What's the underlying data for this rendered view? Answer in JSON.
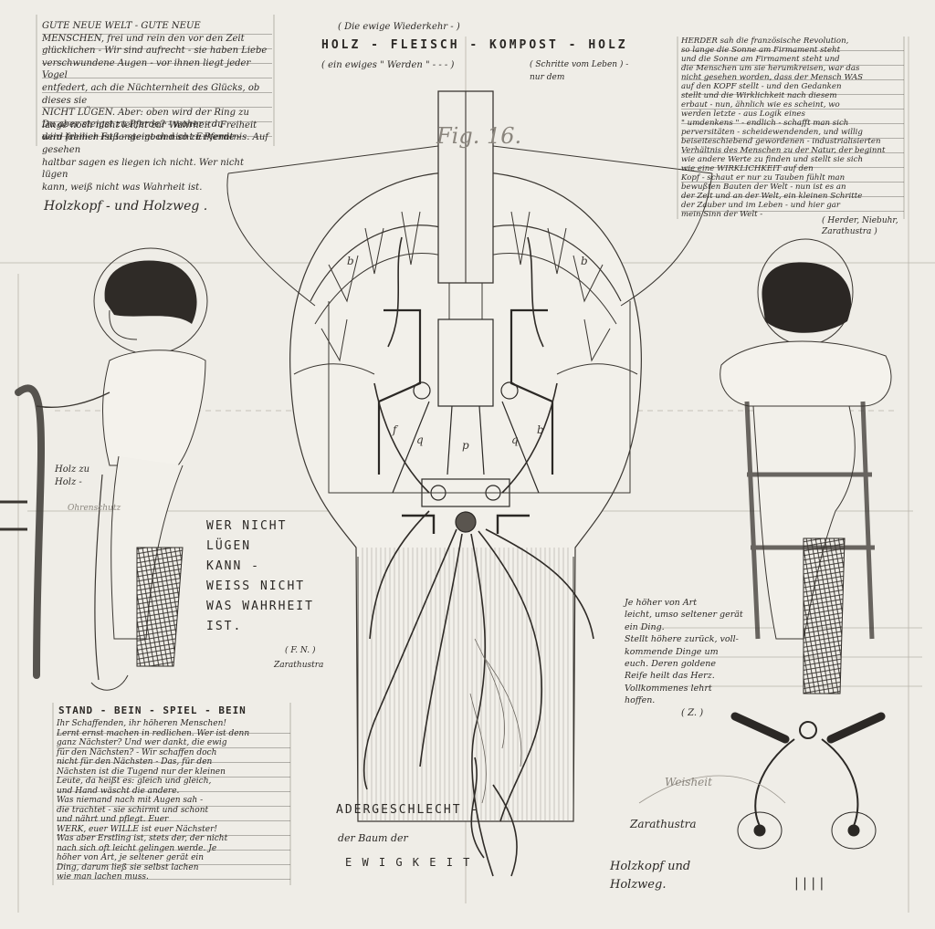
{
  "texts": {
    "top_left": "GUTE NEUE WELT - GUTE NEUE\nMENSCHEN, frei und rein den vor den Zeit\nglücklichen - Wir sind aufrecht - sie haben Liebe\nverschwundene Augen - vor ihnen liegt jeder Vogel\nentfedert, ach die Nüchternheit des Glücks, ob dieses sie\nNICHT LÜGEN. Aber: oben wird der Ring zu\nlange noch nicht leicht zur Wahrheit - Freiheit\nwird freilich ist lange noch nicht Erkenntnis. Auf gesehen\nhaltbar sagen es liegen ich nicht. Wer nicht lügen\nkann, weiß nicht was Wahrheit ist.",
    "top_left_extra": "Du aber steigst zu Pferde? - woher - du\ndein lahmer Fuß - steigt und so zu Pferde -",
    "top_center_paren": "( Die ewige Wiederkehr - )",
    "top_center_title": "HOLZ - FLEISCH - KOMPOST - HOLZ",
    "top_center_sub": "( ein ewiges \" Werden \" - - - )",
    "top_center_right": "( Schritte vom Leben ) -\nnur dem",
    "top_right": "HERDER sah die französische Revolution,\nso lange die Sonne am Firmament steht\nund die Sonne am Firmament steht und\ndie Menschen um sie herumkreisen, war das\nnicht gesehen worden, dass der Mensch WAS\nauf den KOPF stellt - und den Gedanken\nstellt und die Wirklichkeit nach diesem\nerbaut - nun, ähnlich wie es scheint, wo\nwerden letzte - aus Logik eines\n\" umdenkens \" - endlich - schafft man sich\nperversitäten - scheidewendenden, und willig\nbeiseiteschiebend gewordenen - industrialisierten\nVerhältnis des Menschen zu der Natur, der beginnt\nwie andere Werte zu finden und stellt sie sich\nwie eine WIRKLICHKEIT auf den\nKopf - schaut er nur zu Tauben fühlt man\nbewußten Bauten der Welt - nun ist es an\nder Zeit und an der Welt, ein kleinen Schritte\nder Zauber und im Leben - und hier gar\nmein Sinn der Welt -",
    "top_right_cite": "( Herder, Niebuhr,\n Zarathustra )",
    "fig_label": "Fig. 16.",
    "holzkopf_left": "Holzkopf - und Holzweg .",
    "holz_note": "Holz zu\nHolz -",
    "holz_note_faint": "Ohrenschutz",
    "lie_quote": "WER NICHT\nLÜGEN\nKANN -\n WEISS NICHT\n WAS WAHRHEIT\n IST.",
    "lie_cite": "( F. N. )",
    "lie_cite2": "Zarathustra",
    "right_mid": "Je höher von Art\nleicht, umso seltener gerät\nein Ding.\nStellt höhere zurück, voll-\nkommende Dinge um\neuch. Deren goldene\nReife heilt das Herz.\nVollkommenes lehrt\nhoffen.",
    "right_mid_cite": "( Z. )",
    "bottom_left_title": "STAND - BEIN - SPIEL - BEIN",
    "bottom_left": "Ihr Schaffenden, ihr höheren Menschen!\nLernt ernst machen in redlichen. Wer ist denn\nganz Nächster? Und wer dankt, die ewig\nfür den Nächsten? - Wir schaffen doch\nnicht für den Nächsten - Das, für den\nNächsten ist die Tugend nur der kleinen\nLeute, da heißt es: gleich und gleich,\nund Hand wäscht die andere.\nWas niemand nach mit Augen sah -\ndie trachtet - sie schirmt und schont\nund nährt und pflegt. Euer\nWERK, euer WILLE ist euer Nächster!\nWas aber Erstling ist, stets der, der nicht\nnach sich oft leicht gelingen werde. Je\nhöher von Art, je seltener gerät ein\nDing, darum ließ sie selbst lachen\nwie man lachen muss.",
    "ader_title": "ADERGESCHLECHT -",
    "ader_sub": "der Baum der",
    "ader_ewig": "E W I G K E I T",
    "signature_faint": "Weisheit",
    "signature": "Zarathustra",
    "holzkopf_right": "Holzkopf und\nHolzweg.",
    "tally": "| | | |"
  },
  "colors": {
    "paper": "#efede7",
    "ink": "#2b2825",
    "faint_ink": "#7e7a74"
  }
}
